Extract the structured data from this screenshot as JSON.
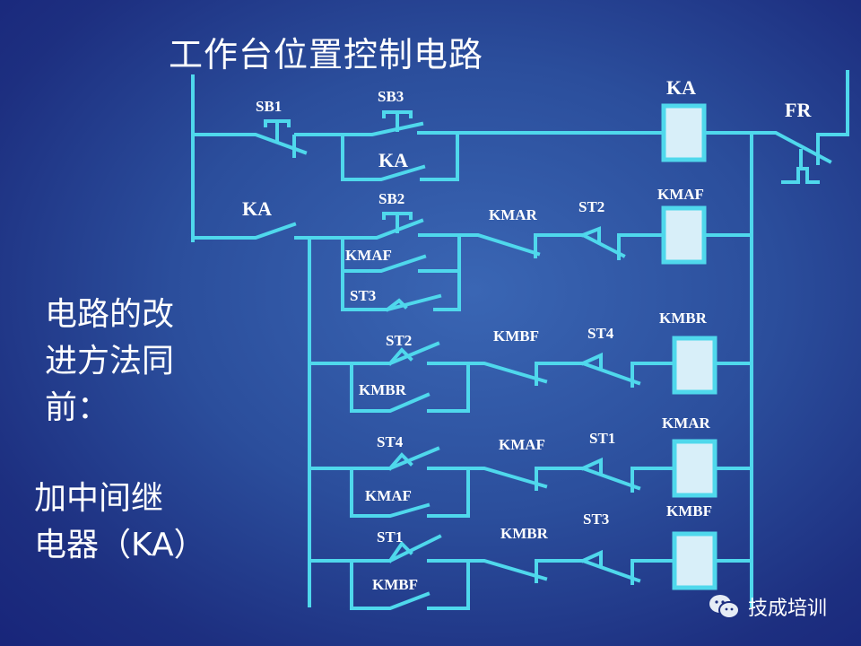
{
  "title": "工作台位置控制电路",
  "note": {
    "lines": [
      "电路的改",
      "进方法同",
      "前："
    ],
    "addition": [
      "加中间继",
      "电器（KA）"
    ]
  },
  "labels": {
    "sb1": "SB1",
    "sb3": "SB3",
    "ka_coil": "KA",
    "fr": "FR",
    "ka_hold": "KA",
    "ka_main": "KA",
    "sb2": "SB2",
    "kmar_nc1": "KMAR",
    "st2_nc": "ST2",
    "kmaf_coil": "KMAF",
    "kmaf_hold": "KMAF",
    "st3_no": "ST3",
    "st2_no": "ST2",
    "kmbf_nc": "KMBF",
    "st4_nc": "ST4",
    "kmbr_coil": "KMBR",
    "kmbr_hold": "KMBR",
    "st4_no": "ST4",
    "kmaf_nc": "KMAF",
    "st1_nc": "ST1",
    "kmar_coil": "KMAR",
    "kmaf_hold2": "KMAF",
    "st1_no": "ST1",
    "kmbr_nc": "KMBR",
    "st3_nc": "ST3",
    "kmbf_coil": "KMBF",
    "kmbf_hold": "KMBF"
  },
  "watermark": "技成培训",
  "colors": {
    "wire": "#4fd8ec",
    "coil": "#d8eff9",
    "background": "#2b4e9c"
  }
}
